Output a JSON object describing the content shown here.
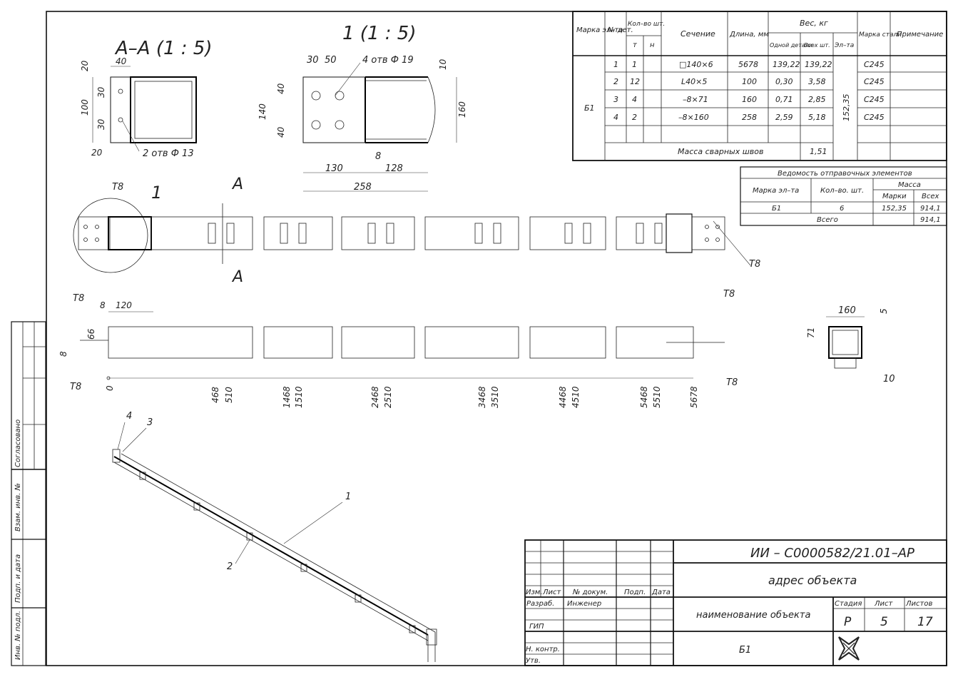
{
  "views": {
    "section_title": "А–А (1 : 5)",
    "node_title": "1 (1 : 5)",
    "section_dims": [
      "40",
      "20",
      "30",
      "100",
      "30",
      "20"
    ],
    "section_holes": "2 отв Ф 13",
    "node_dims": [
      "30",
      "50",
      "10",
      "40",
      "140",
      "40",
      "160",
      "8",
      "130",
      "128",
      "258"
    ],
    "node_holes": "4 отв Ф 19",
    "node_callout": "1",
    "cut_label_a": "А",
    "weld_label": "Т8",
    "front_dims": [
      "8",
      "120",
      "66",
      "8"
    ],
    "chain_dims": [
      "0",
      "468",
      "510",
      "1468",
      "1510",
      "2468",
      "2510",
      "3468",
      "3510",
      "4468",
      "4510",
      "5468",
      "5510",
      "5678"
    ],
    "small_dims": [
      "160",
      "5",
      "71",
      "10"
    ],
    "iso_callouts": [
      "4",
      "3",
      "1",
      "2"
    ]
  },
  "spec": {
    "headers": {
      "mark": "Марка эл–та",
      "num": "№ дет.",
      "qty": "Кол–во шт.",
      "qty_t": "т",
      "qty_n": "н",
      "section": "Сечение",
      "length": "Длина, мм",
      "weight": "Вес, кг",
      "w_one": "Одной детали",
      "w_all": "Всех шт.",
      "w_el": "Эл–та",
      "steel": "Марка стали",
      "note": "Примечание"
    },
    "mark": "Б1",
    "element_weight": "152,35",
    "rows": [
      {
        "n": "1",
        "qty": "1",
        "sec": "□140×6",
        "len": "5678",
        "one": "139,22",
        "all": "139,22",
        "steel": "С245"
      },
      {
        "n": "2",
        "qty": "12",
        "sec": "L40×5",
        "len": "100",
        "one": "0,30",
        "all": "3,58",
        "steel": "С245"
      },
      {
        "n": "3",
        "qty": "4",
        "sec": "–8×71",
        "len": "160",
        "one": "0,71",
        "all": "2,85",
        "steel": "С245"
      },
      {
        "n": "4",
        "qty": "2",
        "sec": "–8×160",
        "len": "258",
        "one": "2,59",
        "all": "5,18",
        "steel": "С245"
      }
    ],
    "welds_label": "Масса сварных швов",
    "welds_value": "1,51"
  },
  "shipping": {
    "title": "Ведомость отправочных элементов",
    "h_mark": "Марка эл–та",
    "h_qty": "Кол–во. шт.",
    "h_mass": "Масса",
    "h_per": "Марки",
    "h_all": "Всех",
    "row": {
      "mark": "Б1",
      "qty": "6",
      "per": "152,35",
      "all": "914,1"
    },
    "total_label": "Всего",
    "total_value": "914,1"
  },
  "stamp": {
    "code": "ИИ – С0000582/21.01–АР",
    "address": "адрес объекта",
    "name": "наименование объекта",
    "sheet_name": "Б1",
    "labels": [
      "Изм.",
      "Лист",
      "№ докум.",
      "Подп.",
      "Дата"
    ],
    "roles": [
      "Разраб.",
      "ГИП",
      "Н. контр.",
      "Утв."
    ],
    "developer": "Инженер",
    "stage_label": "Стадия",
    "sheet_label": "Лист",
    "sheets_label": "Листов",
    "stage": "Р",
    "sheet": "5",
    "sheets": "17"
  },
  "side": {
    "agreed": "Согласовано",
    "replaced": "Взам. инв. №",
    "sign": "Подп. и дата",
    "inv": "Инв. № подл."
  }
}
